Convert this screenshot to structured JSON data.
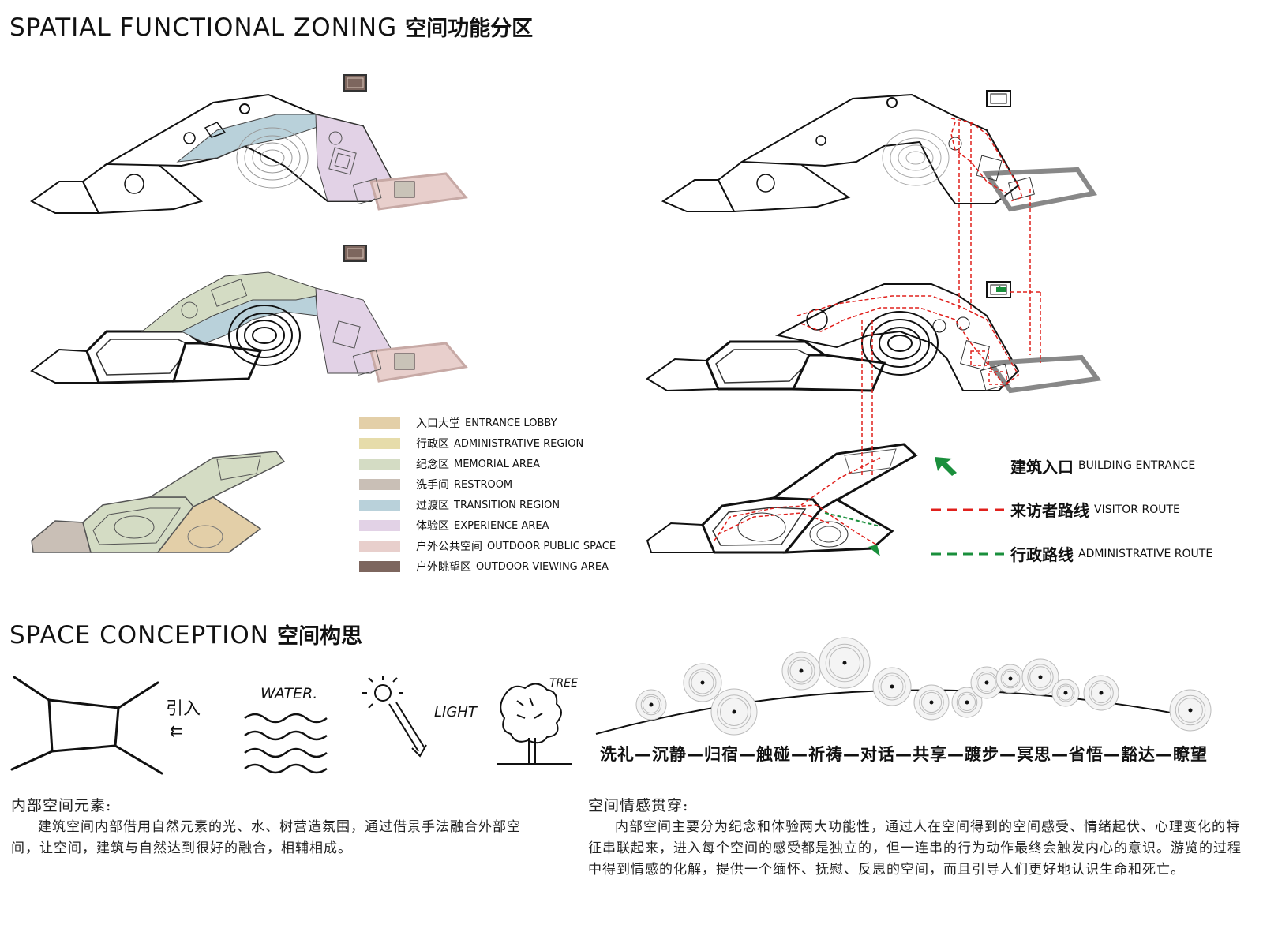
{
  "titles": {
    "zoning_en": "SPATIAL FUNCTIONAL ZONING",
    "zoning_zh": "空间功能分区",
    "conception_en": "SPACE CONCEPTION",
    "conception_zh": "空间构思"
  },
  "zone_legend": [
    {
      "zh": "入口大堂",
      "en": "ENTRANCE LOBBY",
      "color": "#e3cfa8"
    },
    {
      "zh": "行政区",
      "en": "ADMINISTRATIVE REGION",
      "color": "#e6dcaa"
    },
    {
      "zh": "纪念区",
      "en": "MEMORIAL AREA",
      "color": "#d4dcc4"
    },
    {
      "zh": "洗手间",
      "en": "RESTROOM",
      "color": "#c9bfb6"
    },
    {
      "zh": "过渡区",
      "en": "TRANSITION REGION",
      "color": "#b9d1da"
    },
    {
      "zh": "体验区",
      "en": "EXPERIENCE AREA",
      "color": "#e2d2e6"
    },
    {
      "zh": "户外公共空间",
      "en": "OUTDOOR PUBLIC SPACE",
      "color": "#e8cfcc"
    },
    {
      "zh": "户外眺望区",
      "en": "OUTDOOR VIEWING AREA",
      "color": "#7d665e"
    }
  ],
  "route_legend": [
    {
      "zh": "建筑入口",
      "en": "BUILDING ENTRANCE",
      "color": "#1a8f3c",
      "kind": "arrow"
    },
    {
      "zh": "来访者路线",
      "en": "VISITOR ROUTE",
      "color": "#e0201c",
      "kind": "dashed"
    },
    {
      "zh": "行政路线",
      "en": "ADMINISTRATIVE ROUTE",
      "color": "#1a8f3c",
      "kind": "dashed"
    }
  ],
  "sketches": {
    "intro_label": "引入",
    "water_label": "WATER.",
    "light_label": "LIGHT",
    "tree_label": "TREE"
  },
  "emotion_sequence": "洗礼—沉静—归宿—触碰—祈祷—对话—共享—踱步—冥思—省悟—豁达—瞭望",
  "left_text": {
    "heading": "内部空间元素:",
    "body": "建筑空间内部借用自然元素的光、水、树营造氛围，通过借景手法融合外部空间，让空间，建筑与自然达到很好的融合，相辅相成。"
  },
  "right_text": {
    "heading": "空间情感贯穿:",
    "body": "内部空间主要分为纪念和体验两大功能性，通过人在空间得到的空间感受、情绪起伏、心理变化的特征串联起来，进入每个空间的感受都是独立的，但一连串的行为动作最终会触发内心的意识。游览的过程中得到情感的化解，提供一个缅怀、抚慰、反思的空间，而且引导人们更好地认识生命和死亡。"
  }
}
